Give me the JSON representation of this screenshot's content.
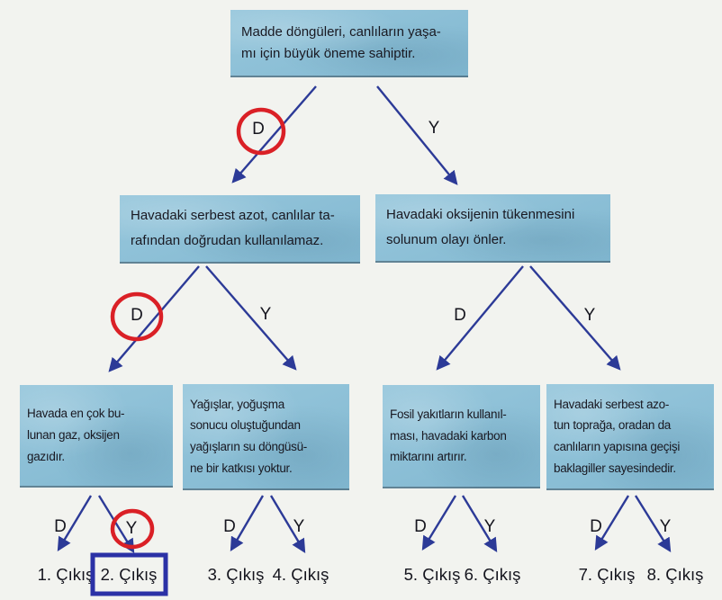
{
  "diagram_title": "Madde döngüleri doğru-yanlış akış şeması",
  "palette": {
    "background": "#f2f3ef",
    "node_fill": "#8ec2d8",
    "node_text": "#191922",
    "arrow": "#2c3a97",
    "red_circle": "#da2026",
    "blue_selection_box": "#2b31a6"
  },
  "labels": {
    "d": "D",
    "y": "Y"
  },
  "nodes": {
    "root": {
      "text": "Madde döngüleri, canlıların yaşa-\nmı için büyük öneme sahiptir."
    },
    "azot": {
      "text": "Havadaki serbest azot, canlılar ta-\nrafından doğrudan kullanılamaz."
    },
    "oksijen": {
      "text": "Havadaki oksijenin tükenmesini\nsolunum olayı önler."
    },
    "gaz": {
      "text": "Havada en çok bu-\nlunan gaz, oksijen\ngazıdır."
    },
    "yagis": {
      "text": "Yağışlar, yoğuşma\nsonucu oluştuğundan\nyağışların su döngüsü-\nne bir katkısı yoktur."
    },
    "fosil": {
      "text": "Fosil yakıtların kullanıl-\nması, havadaki karbon\nmiktarını artırır."
    },
    "baklagil": {
      "text": "Havadaki serbest azo-\ntun toprağa, oradan da\ncanlıların yapısına geçişi\nbaklagiller sayesindedir."
    }
  },
  "exits": [
    {
      "label": "1. Çıkış"
    },
    {
      "label": "2. Çıkış"
    },
    {
      "label": "3. Çıkış"
    },
    {
      "label": "4. Çıkış"
    },
    {
      "label": "5. Çıkış"
    },
    {
      "label": "6. Çıkış"
    },
    {
      "label": "7. Çıkış"
    },
    {
      "label": "8. Çıkış"
    }
  ],
  "annotations": {
    "red_circled_choices": [
      "level1-D",
      "level2-left-D",
      "exit-group1-Y"
    ],
    "selected_exit": "2. Çıkış"
  }
}
